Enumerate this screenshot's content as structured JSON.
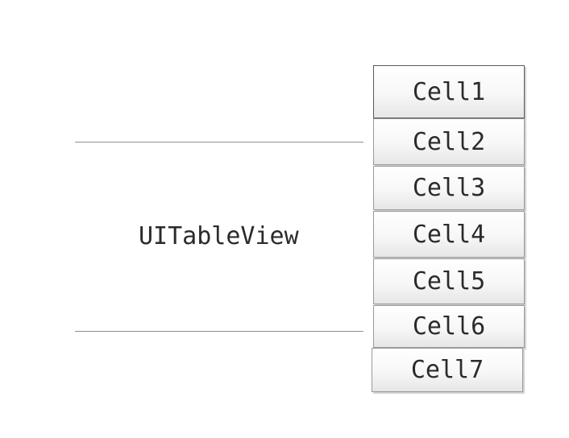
{
  "diagram": {
    "label": "UITableView",
    "cells": [
      "Cell1",
      "Cell2",
      "Cell3",
      "Cell4",
      "Cell5",
      "Cell6",
      "Cell7"
    ]
  }
}
